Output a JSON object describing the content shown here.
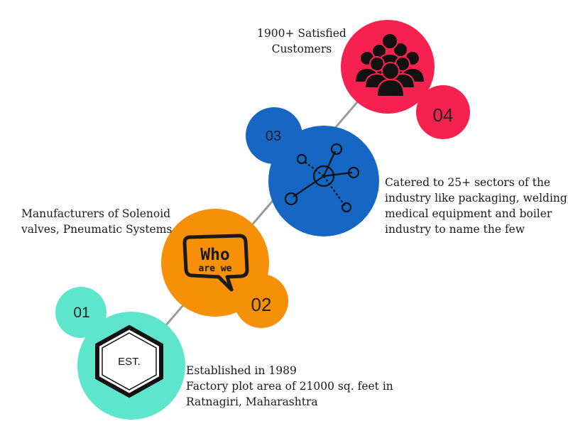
{
  "colors": {
    "teal": "#5ee6cd",
    "orange": "#f59008",
    "blue": "#1666c4",
    "red": "#f7214f",
    "connector": "#9a9a9a"
  },
  "steps": [
    {
      "number": "01",
      "icon": "est-hexagon-icon",
      "icon_text": "EST.",
      "caption_lines": [
        "Established in 1989",
        "Factory plot area of 21000 sq. feet in",
        "Ratnagiri, Maharashtra"
      ]
    },
    {
      "number": "02",
      "icon": "who-are-we-speech-bubble-icon",
      "icon_text_1": "Who",
      "icon_text_2": "are we",
      "caption_lines": [
        "Manufacturers of Solenoid",
        "valves, Pneumatic Systems"
      ]
    },
    {
      "number": "03",
      "icon": "network-nodes-icon",
      "caption_lines": [
        "Catered to 25+ sectors of the",
        "industry like packaging, welding,",
        "medical equipment and boiler",
        "industry to name the few"
      ]
    },
    {
      "number": "04",
      "icon": "customers-group-icon",
      "caption_lines": [
        "1900+ Satisfied",
        "Customers"
      ]
    }
  ]
}
